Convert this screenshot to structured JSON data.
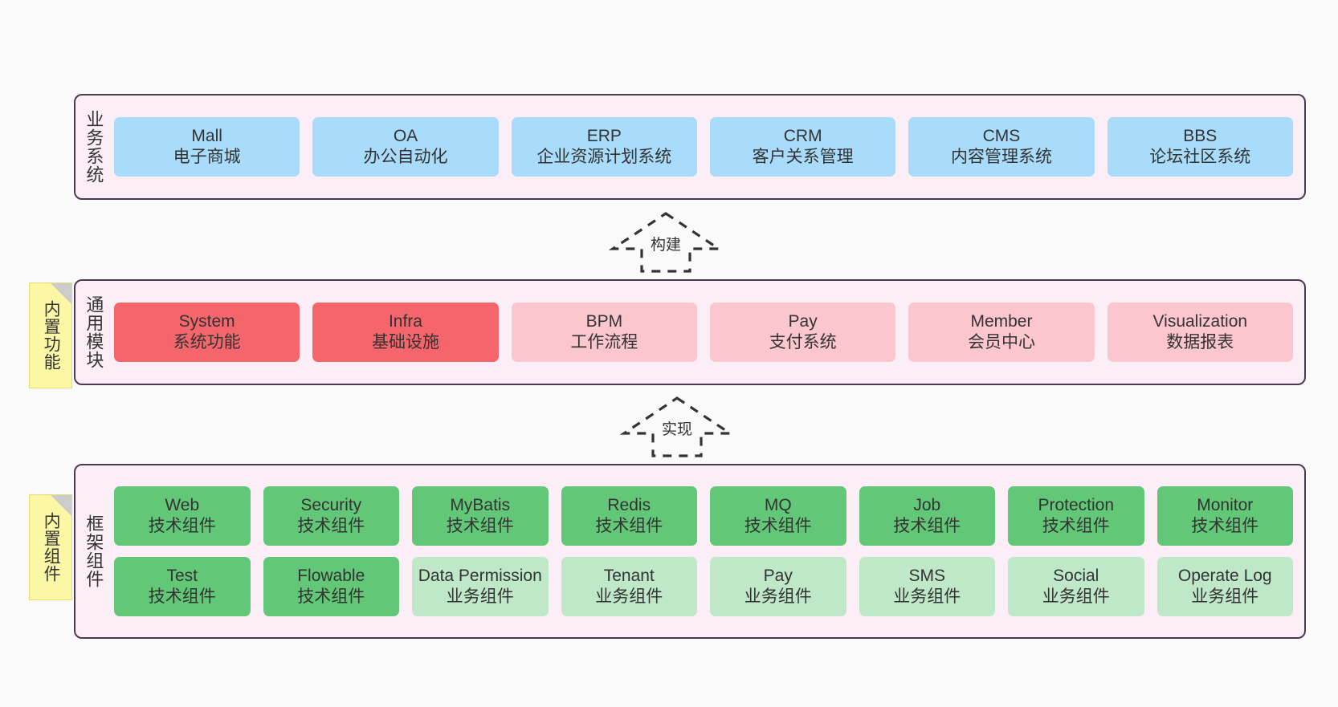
{
  "diagram": {
    "background_color": "#fafafa",
    "container_fill": "#fbeef6",
    "container_border": "#4b3b50",
    "note_fill": "#fbf7a4"
  },
  "layers": [
    {
      "title": "业务系统",
      "rows": [
        {
          "cards": [
            {
              "en": "Mall",
              "cn": "电子商城",
              "color": "#a9dcfb",
              "style": "c-blue"
            },
            {
              "en": "OA",
              "cn": "办公自动化",
              "color": "#a9dcfb",
              "style": "c-blue"
            },
            {
              "en": "ERP",
              "cn": "企业资源计划系统",
              "color": "#a9dcfb",
              "style": "c-blue"
            },
            {
              "en": "CRM",
              "cn": "客户关系管理",
              "color": "#a9dcfb",
              "style": "c-blue"
            },
            {
              "en": "CMS",
              "cn": "内容管理系统",
              "color": "#a9dcfb",
              "style": "c-blue"
            },
            {
              "en": "BBS",
              "cn": "论坛社区系统",
              "color": "#a9dcfb",
              "style": "c-blue"
            }
          ]
        }
      ]
    },
    {
      "title": "通用模块",
      "note": "内置功能",
      "rows": [
        {
          "cards": [
            {
              "en": "System",
              "cn": "系统功能",
              "color": "#f4666c",
              "style": "c-red"
            },
            {
              "en": "Infra",
              "cn": "基础设施",
              "color": "#f4666c",
              "style": "c-red"
            },
            {
              "en": "BPM",
              "cn": "工作流程",
              "color": "#fbc6ce",
              "style": "c-pink"
            },
            {
              "en": "Pay",
              "cn": "支付系统",
              "color": "#fbc6ce",
              "style": "c-pink"
            },
            {
              "en": "Member",
              "cn": "会员中心",
              "color": "#fbc6ce",
              "style": "c-pink"
            },
            {
              "en": "Visualization",
              "cn": "数据报表",
              "color": "#fbc6ce",
              "style": "c-pink"
            }
          ]
        }
      ]
    },
    {
      "title": "框架组件",
      "note": "内置组件",
      "rows": [
        {
          "cards": [
            {
              "en": "Web",
              "cn": "技术组件",
              "color": "#62c878",
              "style": "c-green"
            },
            {
              "en": "Security",
              "cn": "技术组件",
              "color": "#62c878",
              "style": "c-green"
            },
            {
              "en": "MyBatis",
              "cn": "技术组件",
              "color": "#62c878",
              "style": "c-green"
            },
            {
              "en": "Redis",
              "cn": "技术组件",
              "color": "#62c878",
              "style": "c-green"
            },
            {
              "en": "MQ",
              "cn": "技术组件",
              "color": "#62c878",
              "style": "c-green"
            },
            {
              "en": "Job",
              "cn": "技术组件",
              "color": "#62c878",
              "style": "c-green"
            },
            {
              "en": "Protection",
              "cn": "技术组件",
              "color": "#62c878",
              "style": "c-green"
            },
            {
              "en": "Monitor",
              "cn": "技术组件",
              "color": "#62c878",
              "style": "c-green"
            }
          ]
        },
        {
          "cards": [
            {
              "en": "Test",
              "cn": "技术组件",
              "color": "#62c878",
              "style": "c-green"
            },
            {
              "en": "Flowable",
              "cn": "技术组件",
              "color": "#62c878",
              "style": "c-green"
            },
            {
              "en": "Data Permission",
              "cn": "业务组件",
              "color": "#bfe8c8",
              "style": "c-lightgreen"
            },
            {
              "en": "Tenant",
              "cn": "业务组件",
              "color": "#bfe8c8",
              "style": "c-lightgreen"
            },
            {
              "en": "Pay",
              "cn": "业务组件",
              "color": "#bfe8c8",
              "style": "c-lightgreen"
            },
            {
              "en": "SMS",
              "cn": "业务组件",
              "color": "#bfe8c8",
              "style": "c-lightgreen"
            },
            {
              "en": "Social",
              "cn": "业务组件",
              "color": "#bfe8c8",
              "style": "c-lightgreen"
            },
            {
              "en": "Operate Log",
              "cn": "业务组件",
              "color": "#bfe8c8",
              "style": "c-lightgreen"
            }
          ]
        }
      ]
    }
  ],
  "connectors": [
    {
      "label": "构建"
    },
    {
      "label": "实现"
    }
  ]
}
